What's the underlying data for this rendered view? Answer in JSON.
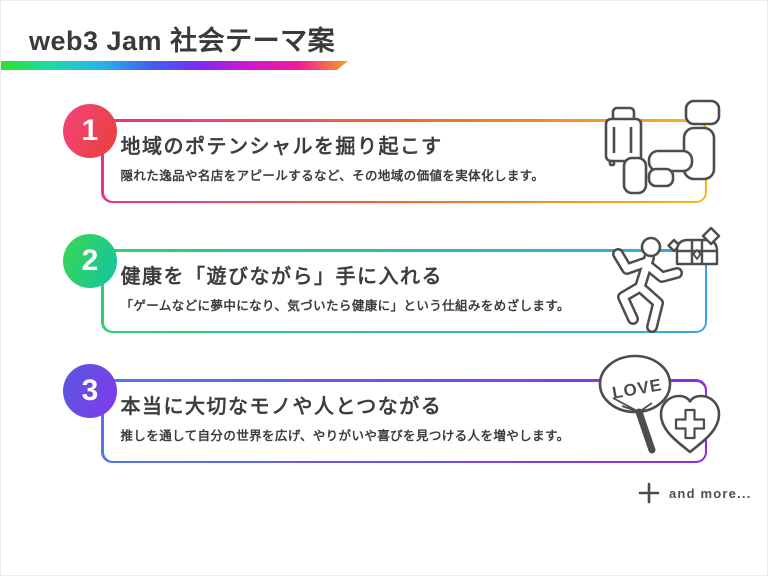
{
  "header": {
    "title": "web3 Jam 社会テーマ案",
    "underline_gradient": [
      "#2ce32c",
      "#1ed9a5",
      "#28b5e7",
      "#3f63f0",
      "#7b2bf0",
      "#cf18cf",
      "#ef1b9b",
      "#f5a01c"
    ]
  },
  "themes": [
    {
      "number": "1",
      "title": "地域のポテンシャルを掘り起こす",
      "description": "隠れた逸品や名店をアピールするなど、その地域の価値を実体化します。",
      "icon": "suitcase-and-train-seat-icon",
      "border_gradient": [
        "#e8308f",
        "#ef6a31",
        "#f5b821"
      ],
      "badge_gradient": [
        "#f4427d",
        "#e94136"
      ]
    },
    {
      "number": "2",
      "title": "健康を「遊びながら」手に入れる",
      "description": "「ゲームなどに夢中になり、気づいたら健康に」という仕組みをめざします。",
      "icon": "running-person-treasure-chest-icon",
      "border_gradient": [
        "#2ed16a",
        "#35a7e3"
      ],
      "badge_gradient": [
        "#3bd84e",
        "#12c3a4"
      ]
    },
    {
      "number": "3",
      "title": "本当に大切なモノや人とつながる",
      "description": "推しを通して自分の世界を広げ、やりがいや喜びを見つける人を増やします。",
      "icon": "love-fan-and-heart-icon",
      "border_gradient": [
        "#5277f0",
        "#8f2be0"
      ],
      "badge_gradient": [
        "#5958de",
        "#8139ee"
      ]
    }
  ],
  "icons": {
    "fan_label": "LOVE",
    "stroke_color": "#4d4d4d"
  },
  "footer": {
    "more_label": "and more..."
  }
}
